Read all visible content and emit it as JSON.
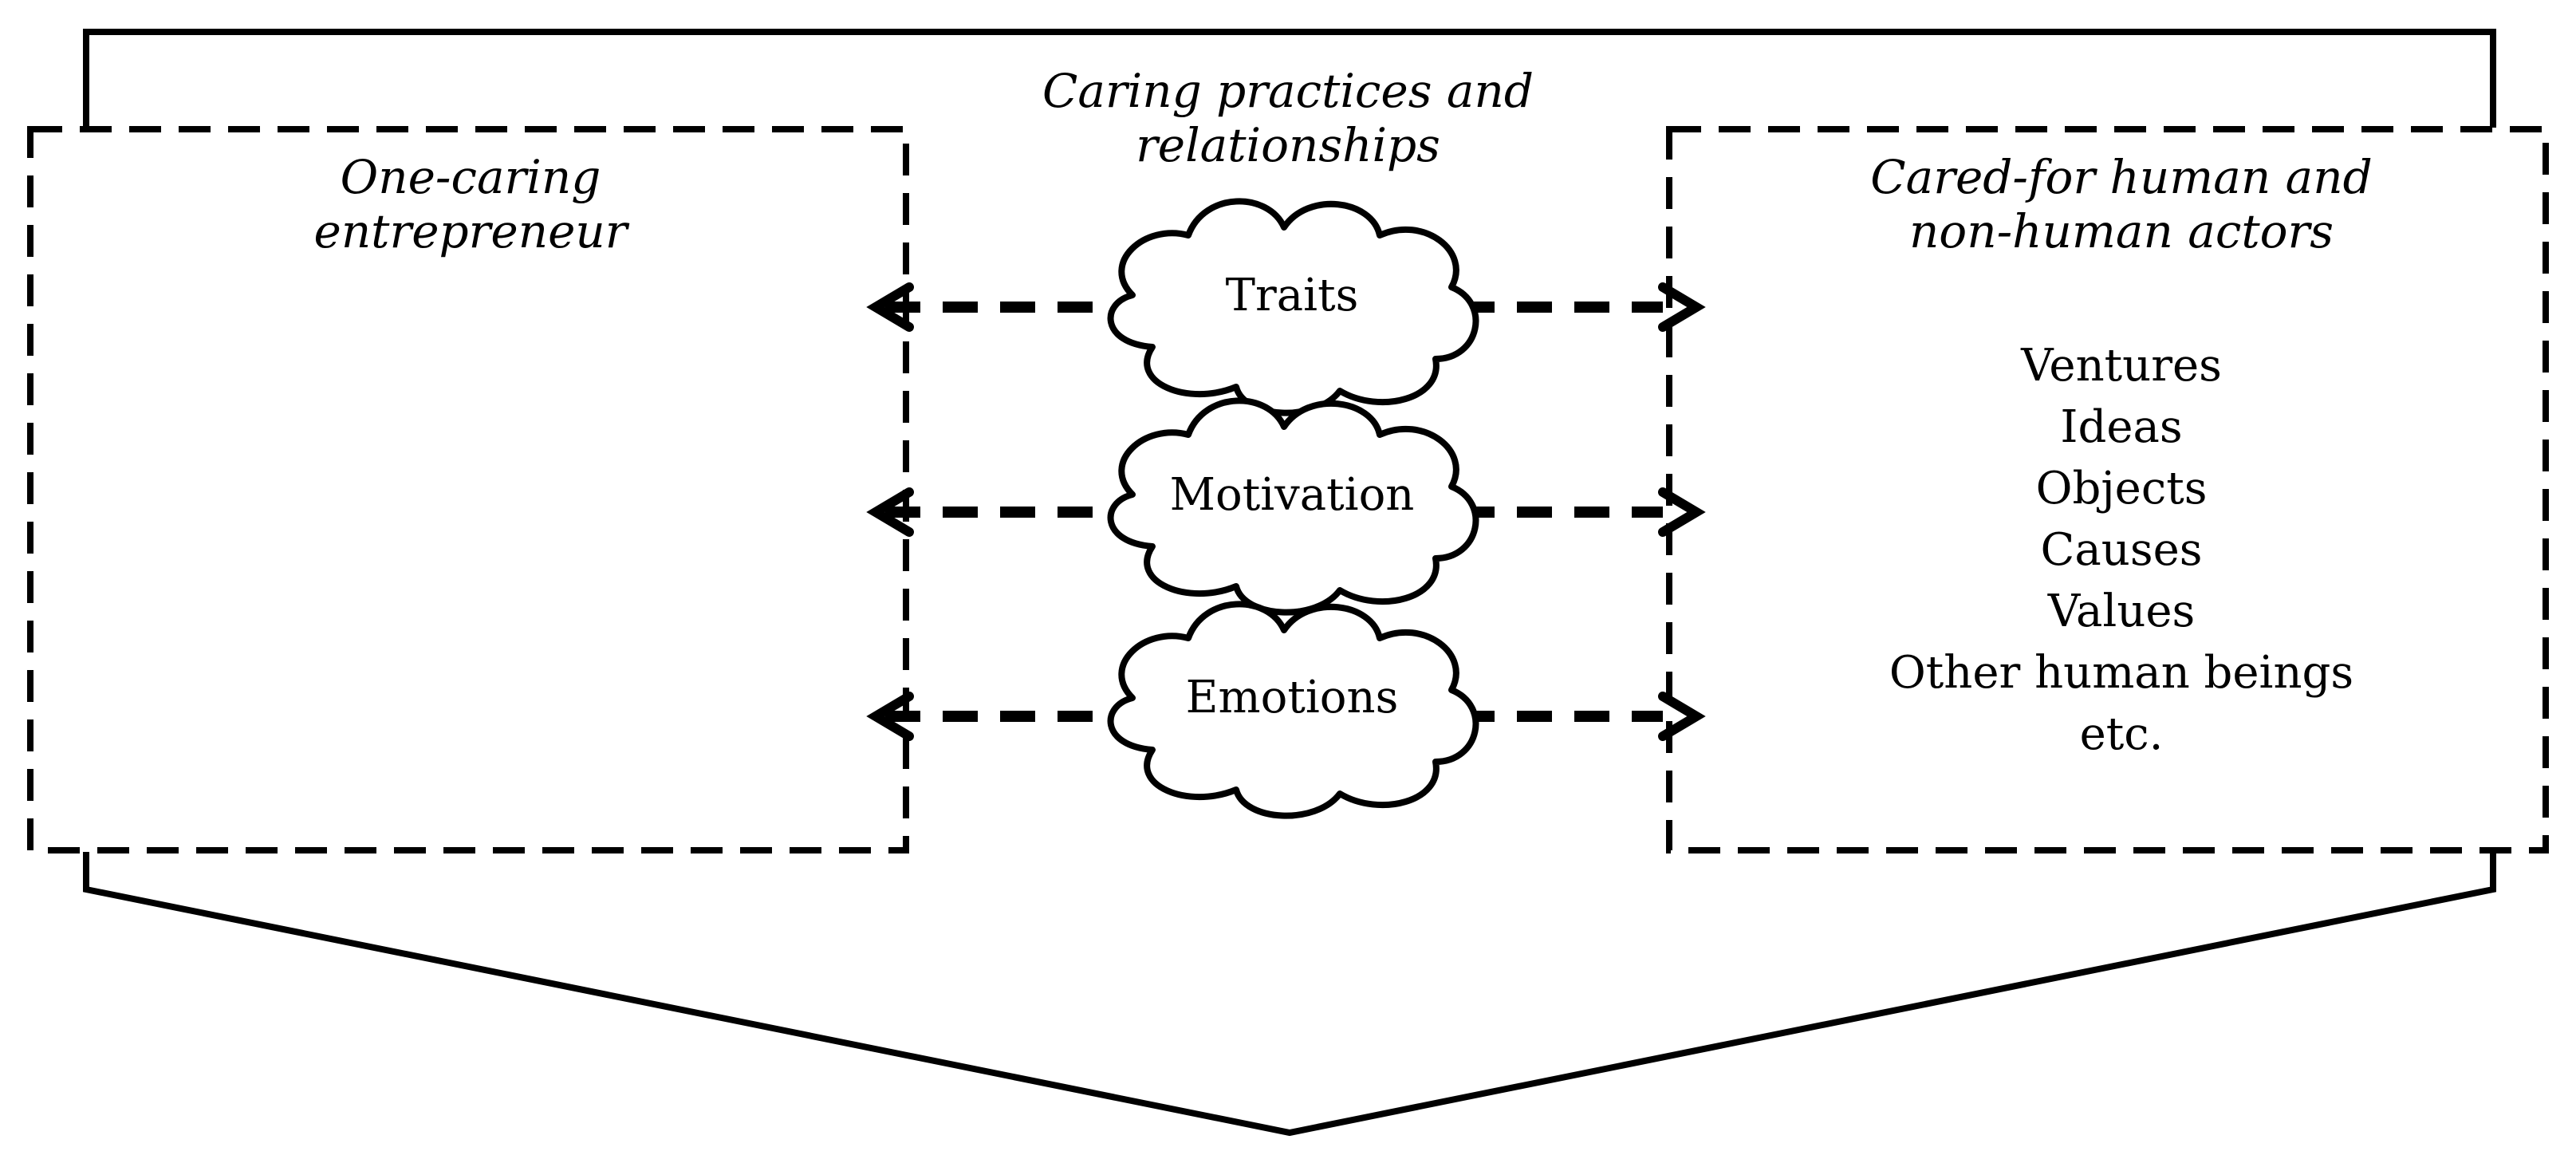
{
  "center_title": [
    "Caring practices and",
    "relationships"
  ],
  "left_box": {
    "title": [
      "One-caring",
      "entrepreneur"
    ]
  },
  "right_box": {
    "title": [
      "Cared-for human and",
      "non-human actors"
    ],
    "items": [
      "Ventures",
      "Ideas",
      "Objects",
      "Causes",
      "Values",
      "Other human beings",
      "etc."
    ]
  },
  "clouds": [
    {
      "label": "Traits"
    },
    {
      "label": "Motivation"
    },
    {
      "label": "Emotions"
    }
  ]
}
